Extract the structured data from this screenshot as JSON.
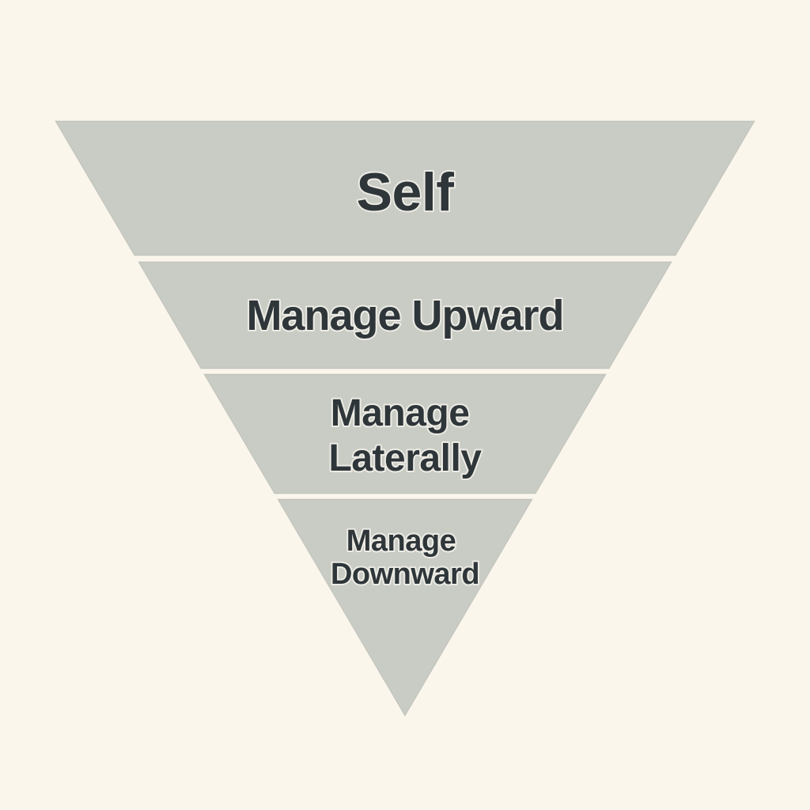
{
  "diagram": {
    "type": "inverted-pyramid",
    "levels": [
      {
        "name": "self",
        "lines": [
          "Self"
        ]
      },
      {
        "name": "manage-upward",
        "lines": [
          "Manage Upward"
        ]
      },
      {
        "name": "manage-laterally",
        "lines": [
          "Manage",
          "Laterally"
        ]
      },
      {
        "name": "manage-downward",
        "lines": [
          "Manage",
          "Downward"
        ]
      }
    ],
    "colors": {
      "background": "#fbf6ec",
      "segment": "#c9ccc5",
      "text": "#2f363a"
    }
  }
}
